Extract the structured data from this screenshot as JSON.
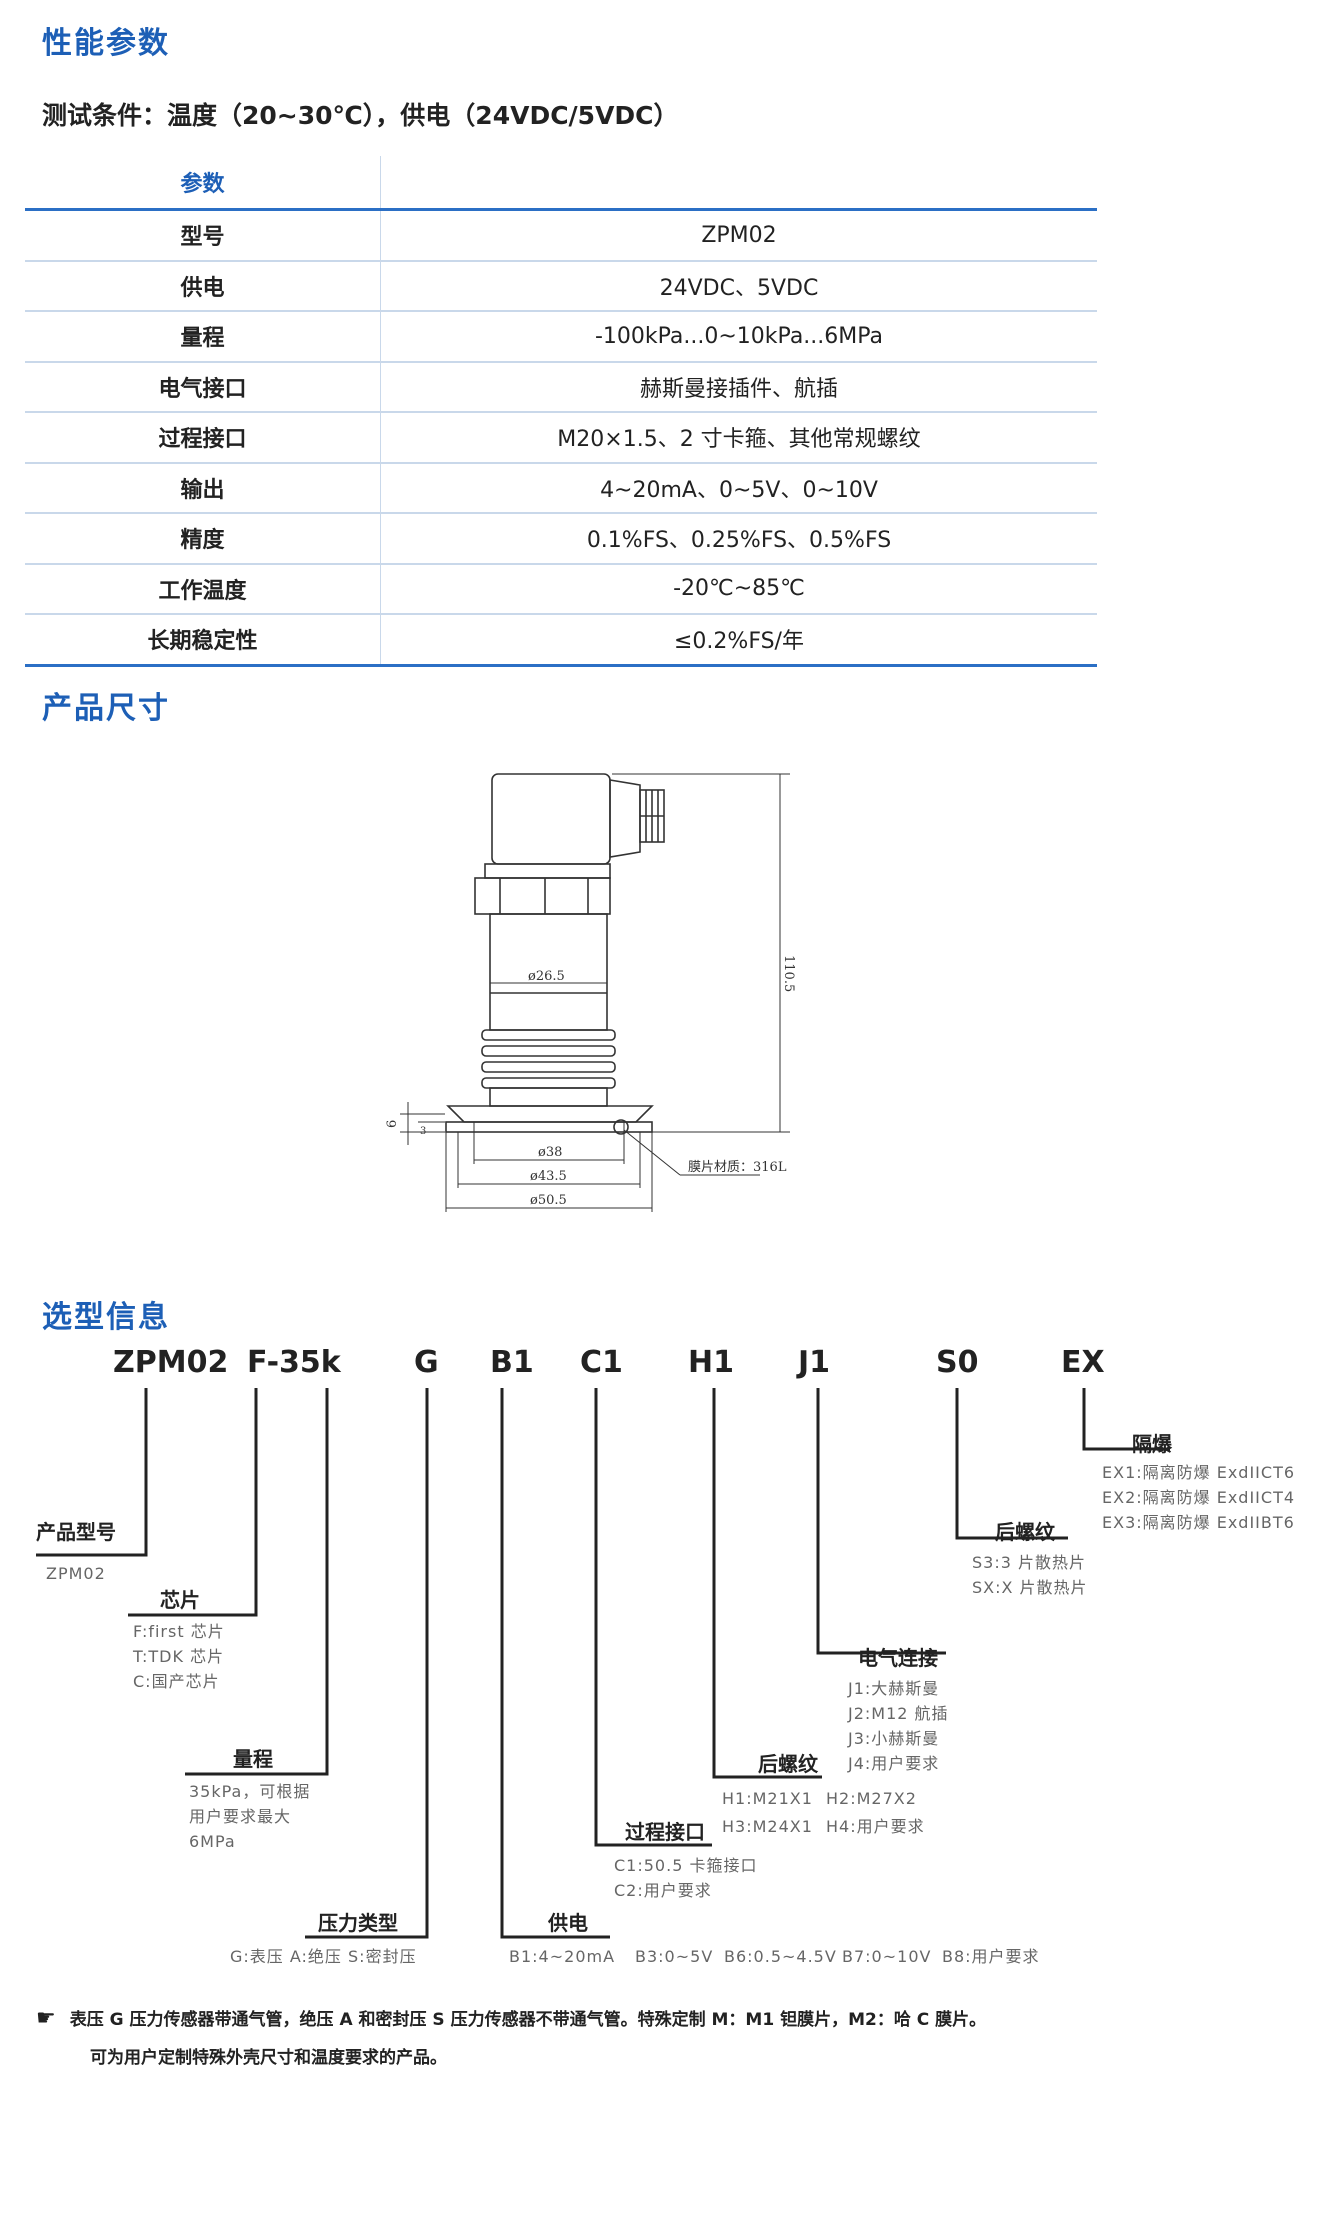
{
  "sections": {
    "performance": "性能参数",
    "dimensions": "产品尺寸",
    "selection": "选型信息"
  },
  "test_condition": "测试条件：温度（20~30℃），供电（24VDC/5VDC）",
  "spec_table": {
    "header": "参数",
    "rows": [
      {
        "key": "型号",
        "value": "ZPM02"
      },
      {
        "key": "供电",
        "value": "24VDC、5VDC"
      },
      {
        "key": "量程",
        "value": "-100kPa...0~10kPa...6MPa"
      },
      {
        "key": "电气接口",
        "value": "赫斯曼接插件、航插"
      },
      {
        "key": "过程接口",
        "value": "M20×1.5、2 寸卡箍、其他常规螺纹"
      },
      {
        "key": "输出",
        "value": "4~20mA、0~5V、0~10V"
      },
      {
        "key": "精度",
        "value": "0.1%FS、0.25%FS、0.5%FS"
      },
      {
        "key": "工作温度",
        "value": "-20℃~85℃"
      },
      {
        "key": "长期稳定性",
        "value": "≤0.2%FS/年"
      }
    ]
  },
  "drawing": {
    "height_dim": "110.5",
    "dia_body": "ø26.5",
    "flange_thk": "6",
    "small_thk": "3",
    "dia_38": "ø38",
    "dia_43": "ø43.5",
    "dia_50": "ø50.5",
    "membrane": "膜片材质：316L"
  },
  "model_code": {
    "parts": [
      "ZPM02",
      "F-35k",
      "G",
      "B1",
      "C1",
      "H1",
      "J1",
      "S0",
      "EX"
    ]
  },
  "groups": {
    "model": {
      "title": "产品型号",
      "options": [
        "ZPM02"
      ]
    },
    "chip": {
      "title": "芯片",
      "options": [
        "F:first 芯片",
        "T:TDK 芯片",
        "C:国产芯片"
      ]
    },
    "range": {
      "title": "量程",
      "options": [
        "35kPa，可根据",
        "用户要求最大",
        "6MPa"
      ]
    },
    "pressure": {
      "title": "压力类型",
      "options": [
        "G:表压 A:绝压 S:密封压"
      ]
    },
    "supply": {
      "title": "供电",
      "options": [
        "B1:4~20mA",
        "B3:0~5V",
        "B6:0.5~4.5V",
        "B7:0~10V",
        "B8:用户要求"
      ]
    },
    "process": {
      "title": "过程接口",
      "options": [
        "C1:50.5 卡箍接口",
        "C2:用户要求"
      ]
    },
    "thread": {
      "title": "后螺纹",
      "options": [
        "H1:M21X1",
        "H2:M27X2",
        "H3:M24X1",
        "H4:用户要求"
      ]
    },
    "electrical": {
      "title": "电气连接",
      "options": [
        "J1:大赫斯曼",
        "J2:M12 航插",
        "J3:小赫斯曼",
        "J4:用户要求"
      ]
    },
    "rear": {
      "title": "后螺纹",
      "options": [
        "S3:3 片散热片",
        "SX:X 片散热片"
      ]
    },
    "explosion": {
      "title": "隔爆",
      "options": [
        "EX1:隔离防爆 ExdIICT6",
        "EX2:隔离防爆 ExdIICT4",
        "EX3:隔离防爆 ExdIIBT6"
      ]
    }
  },
  "notes": {
    "icon": "pointing-hand-icon",
    "line1": "表压 G 压力传感器带通气管，绝压 A 和密封压 S 压力传感器不带通气管。特殊定制 M：M1 钽膜片，M2：哈 C 膜片。",
    "line2": "可为用户定制特殊外壳尺寸和温度要求的产品。"
  }
}
